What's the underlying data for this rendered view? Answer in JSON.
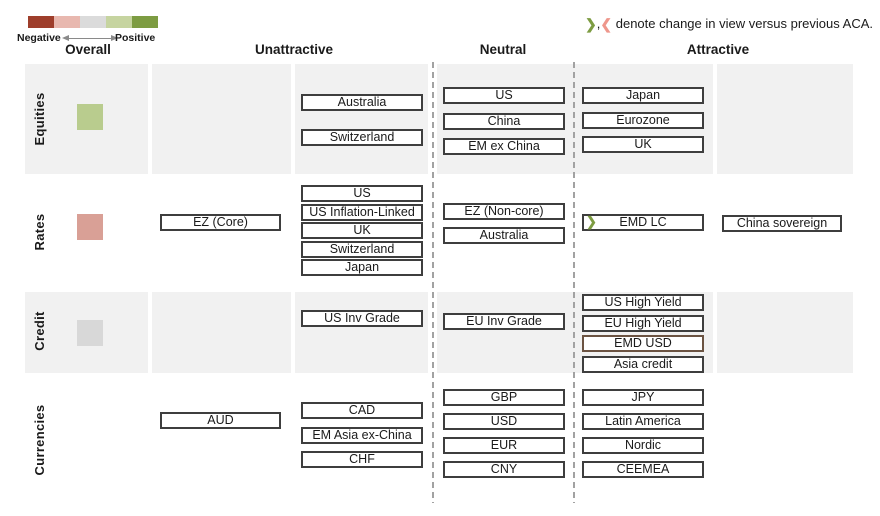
{
  "legend": {
    "negative_label": "Negative",
    "positive_label": "Positive",
    "swatches": [
      {
        "name": "strong-negative",
        "color": "#9e3e2b"
      },
      {
        "name": "negative",
        "color": "#e8b8af"
      },
      {
        "name": "neutral",
        "color": "#dbdbdb"
      },
      {
        "name": "positive",
        "color": "#c6d4a0"
      },
      {
        "name": "strong-positive",
        "color": "#7d9c42"
      }
    ]
  },
  "note": {
    "increase_symbol": "❯",
    "separator": ",",
    "decrease_symbol": "❮",
    "text": " denote change in view versus previous ACA.",
    "increase_color": "#7d9c42",
    "decrease_color": "#ee978c"
  },
  "columns": {
    "overall": "Overall",
    "unattractive": "Unattractive",
    "neutral": "Neutral",
    "attractive": "Attractive"
  },
  "rows": [
    {
      "id": "equities",
      "label": "Equities",
      "overall": {
        "rating": "positive",
        "color": "#b9cc8e"
      },
      "buckets": {
        "far_unattractive": [],
        "unattractive": [
          {
            "label": "Australia"
          },
          {
            "label": "Switzerland"
          }
        ],
        "neutral": [
          {
            "label": "US"
          },
          {
            "label": "China"
          },
          {
            "label": "EM ex China"
          }
        ],
        "attractive": [
          {
            "label": "Japan"
          },
          {
            "label": "Eurozone"
          },
          {
            "label": "UK"
          }
        ],
        "far_attractive": []
      }
    },
    {
      "id": "rates",
      "label": "Rates",
      "overall": {
        "rating": "negative",
        "color": "#d9a096"
      },
      "buckets": {
        "far_unattractive": [
          {
            "label": "EZ (Core)"
          }
        ],
        "unattractive": [
          {
            "label": "US"
          },
          {
            "label": "US Inflation-Linked"
          },
          {
            "label": "UK"
          },
          {
            "label": "Switzerland"
          },
          {
            "label": "Japan"
          }
        ],
        "neutral": [
          {
            "label": "EZ (Non-core)"
          },
          {
            "label": "Australia"
          }
        ],
        "attractive": [
          {
            "label": "EMD LC",
            "change": "up"
          }
        ],
        "far_attractive": [
          {
            "label": "China sovereign"
          }
        ]
      }
    },
    {
      "id": "credit",
      "label": "Credit",
      "overall": {
        "rating": "neutral",
        "color": "#d8d8d8"
      },
      "buckets": {
        "far_unattractive": [],
        "unattractive": [
          {
            "label": "US Inv Grade"
          }
        ],
        "neutral": [
          {
            "label": "EU Inv Grade"
          }
        ],
        "attractive": [
          {
            "label": "US High Yield"
          },
          {
            "label": "EU High Yield"
          },
          {
            "label": "EMD USD",
            "border_color": "#6b5342"
          },
          {
            "label": "Asia credit"
          }
        ],
        "far_attractive": []
      }
    },
    {
      "id": "currencies",
      "label": "Currencies",
      "overall": null,
      "buckets": {
        "far_unattractive": [
          {
            "label": "AUD"
          }
        ],
        "unattractive": [
          {
            "label": "CAD"
          },
          {
            "label": "EM Asia ex-China"
          },
          {
            "label": "CHF"
          }
        ],
        "neutral": [
          {
            "label": "GBP"
          },
          {
            "label": "USD"
          },
          {
            "label": "EUR"
          },
          {
            "label": "CNY"
          }
        ],
        "attractive": [
          {
            "label": "JPY"
          },
          {
            "label": "Latin America"
          },
          {
            "label": "Nordic"
          },
          {
            "label": "CEEMEA"
          }
        ],
        "far_attractive": []
      }
    }
  ]
}
